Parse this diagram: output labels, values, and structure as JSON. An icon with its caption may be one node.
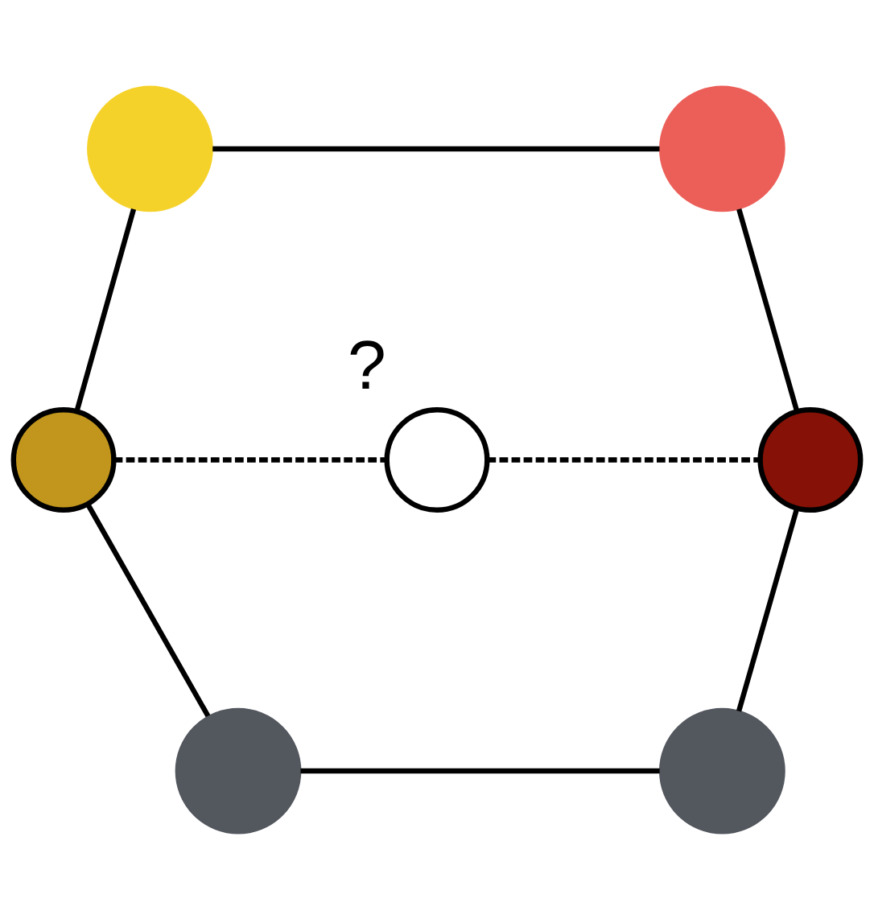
{
  "diagram": {
    "nodes": [
      {
        "text": [],
        "shape": "circle"
      },
      {
        "text": [],
        "shape": "circle"
      },
      {
        "text": [],
        "shape": "circle"
      },
      {
        "text": [],
        "shape": "circle",
        "beside": [
          "?"
        ]
      },
      {
        "text": [],
        "shape": "circle"
      },
      {
        "text": [],
        "shape": "circle"
      },
      {
        "text": [],
        "shape": "circle"
      }
    ],
    "edges": [
      {
        "from": 0,
        "to": 1,
        "arrow": "none"
      },
      {
        "from": 0,
        "to": 2,
        "arrow": "none"
      },
      {
        "from": 1,
        "to": 4,
        "arrow": "none"
      },
      {
        "from": 2,
        "to": 3,
        "arrow": "none",
        "style": "dashed"
      },
      {
        "from": 3,
        "to": 4,
        "arrow": "none",
        "style": "dashed"
      },
      {
        "from": 2,
        "to": 5,
        "arrow": "none"
      },
      {
        "from": 4,
        "to": 6,
        "arrow": "none"
      },
      {
        "from": 5,
        "to": 6,
        "arrow": "none"
      }
    ]
  }
}
